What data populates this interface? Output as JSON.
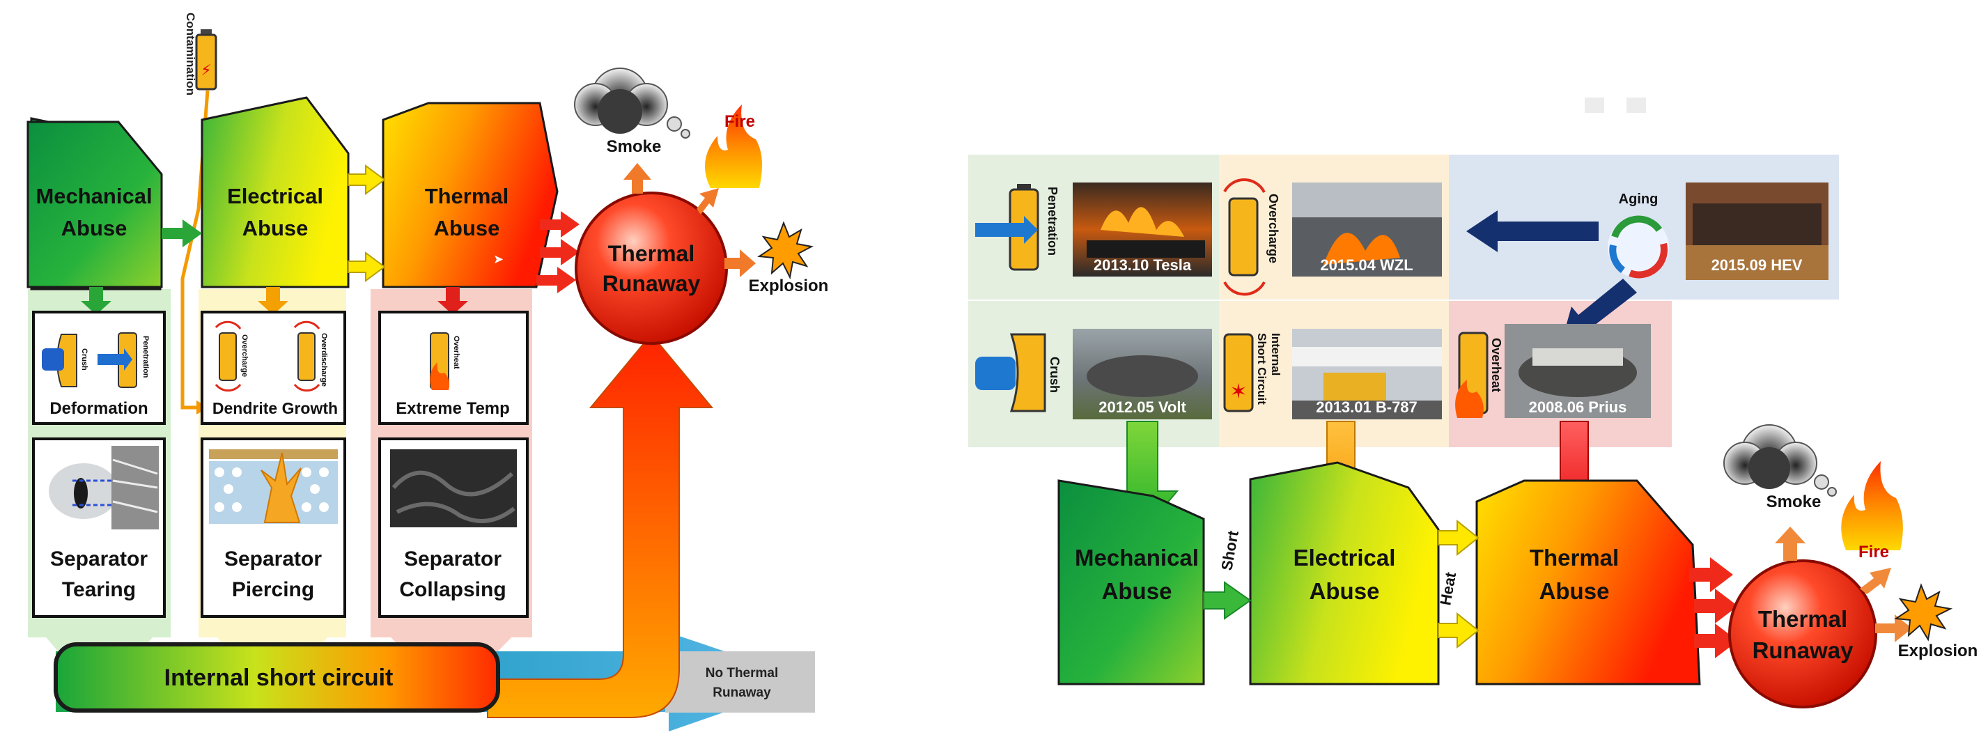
{
  "left": {
    "abuse": [
      "Mechanical",
      "Abuse",
      "Electrical",
      "Abuse",
      "Thermal",
      "Abuse"
    ],
    "runaway": [
      "Thermal",
      "Runaway"
    ],
    "outcomes": {
      "smoke": "Smoke",
      "fire": "Fire",
      "explosion": "Explosion"
    },
    "contamination": "Contamination",
    "mech_icons": {
      "crush": "Crush",
      "penetration": "Penetration"
    },
    "elec_icons": {
      "overcharge": "Overcharge",
      "overdischarge": "Overdischarge"
    },
    "therm_icon": "Overheat",
    "mechanisms": {
      "deformation": "Deformation",
      "dendrite": "Dendrite Growth",
      "extreme": "Extreme Temp"
    },
    "separators": [
      [
        "Separator",
        "Tearing"
      ],
      [
        "Separator",
        "Piercing"
      ],
      [
        "Separator",
        "Collapsing"
      ]
    ],
    "isc": "Internal short circuit",
    "no_runaway": [
      "No Thermal",
      "Runaway"
    ]
  },
  "right": {
    "top_row": {
      "penetration": "Penetration",
      "overcharge": "Overcharge",
      "aging": "Aging"
    },
    "bottom_row": {
      "crush": "Crush",
      "internal_short": [
        "Internal",
        "Short Circuit"
      ],
      "overheat": "Overheat"
    },
    "photos": {
      "tesla": "2013.10 Tesla",
      "wzl": "2015.04 WZL",
      "hev": "2015.09 HEV",
      "volt": "2012.05 Volt",
      "b787": "2013.01 B-787",
      "prius": "2008.06 Prius"
    },
    "abuse": [
      "Mechanical",
      "Abuse",
      "Electrical",
      "Abuse",
      "Thermal",
      "Abuse"
    ],
    "arrow_labels": {
      "short": "Short",
      "heat": "Heat"
    },
    "runaway": [
      "Thermal",
      "Runaway"
    ],
    "outcomes": {
      "smoke": "Smoke",
      "fire": "Fire",
      "explosion": "Explosion"
    }
  }
}
